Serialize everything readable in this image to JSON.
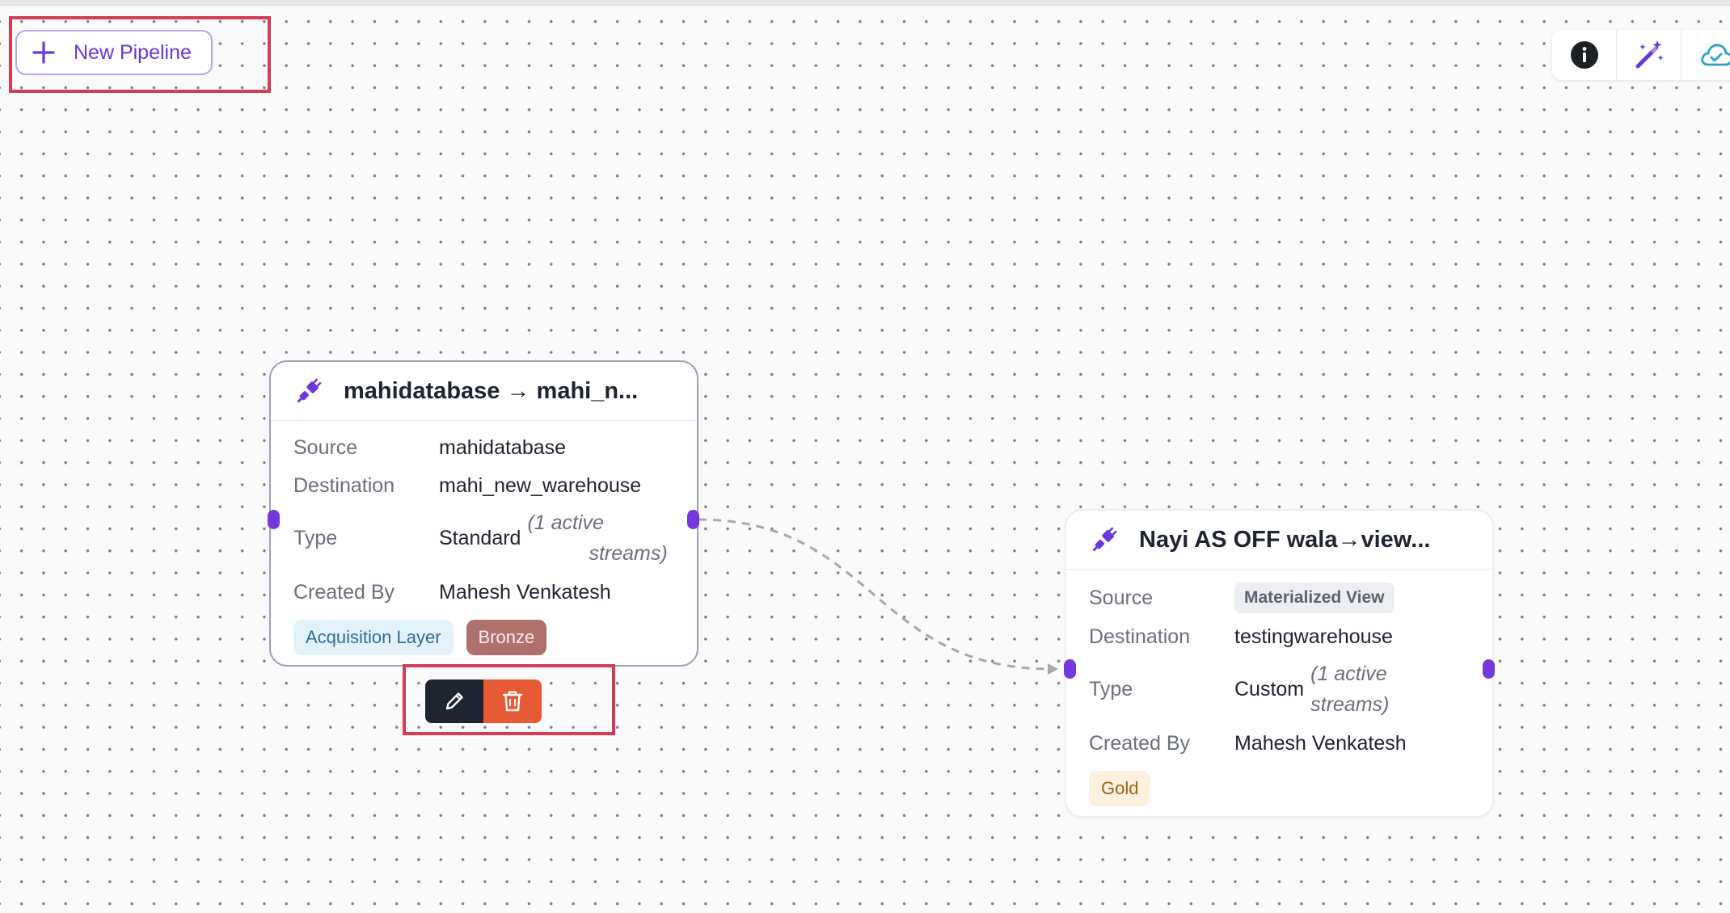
{
  "toolbar": {
    "new_pipeline_label": "New Pipeline",
    "icons": [
      "info-icon",
      "magic-wand-icon",
      "cloud-check-icon"
    ]
  },
  "nodes": [
    {
      "title": "mahidatabase → mahi_n...",
      "labels": {
        "source": "Source",
        "destination": "Destination",
        "type": "Type",
        "created_by": "Created By"
      },
      "source": "mahidatabase",
      "destination": "mahi_new_warehouse",
      "type": "Standard",
      "streams_note_line1": "(1 active",
      "streams_note_line2": "streams)",
      "created_by": "Mahesh Venkatesh",
      "tags": [
        "Acquisition Layer",
        "Bronze"
      ]
    },
    {
      "title": "Nayi AS OFF wala→view...",
      "labels": {
        "source": "Source",
        "destination": "Destination",
        "type": "Type",
        "created_by": "Created By"
      },
      "source": "Materialized View",
      "destination": "testingwarehouse",
      "type": "Custom",
      "streams_note_line1": "(1 active",
      "streams_note_line2": "streams)",
      "created_by": "Mahesh Venkatesh",
      "tags": [
        "Gold"
      ]
    }
  ],
  "colors": {
    "accent": "#6a37d8",
    "handle": "#7438dd",
    "delete": "#e85a33",
    "edit": "#1e2430",
    "highlight": "#d23c55"
  }
}
